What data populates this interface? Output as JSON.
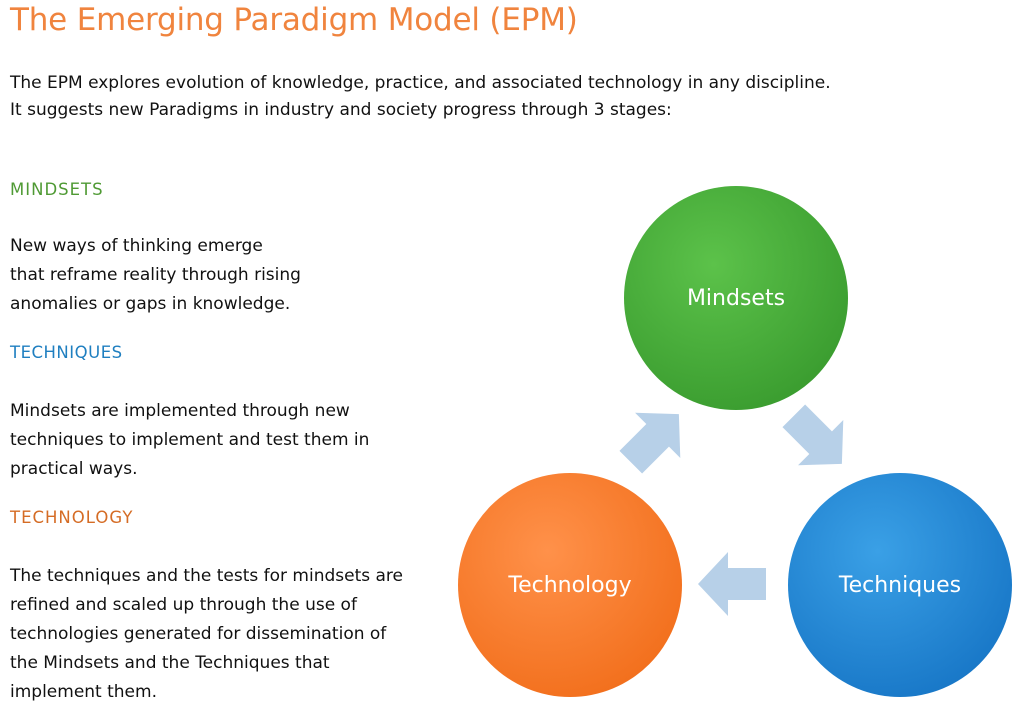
{
  "title": "The Emerging Paradigm Model (EPM)",
  "intro": {
    "line1": "The EPM explores evolution of knowledge, practice, and associated technology in any discipline.",
    "line2": "It suggests new Paradigms in industry and society progress through 3 stages:"
  },
  "sections": {
    "mindsets": {
      "heading": "MINDSETS",
      "color": "#4f9a34",
      "lines": [
        "New ways of thinking emerge",
        "that reframe reality through rising",
        "anomalies or gaps in knowledge."
      ]
    },
    "techniques": {
      "heading": "TECHNIQUES",
      "color": "#1f7fc0",
      "lines": [
        "Mindsets are implemented through new",
        "techniques to implement and test them in",
        "practical ways."
      ]
    },
    "technology": {
      "heading": "TECHNOLOGY",
      "color": "#d56c25",
      "lines": [
        "The techniques and the tests for mindsets are",
        "refined and scaled up through the use of",
        "technologies generated for dissemination of",
        "the Mindsets and the Techniques that",
        "implement them."
      ]
    }
  },
  "diagram": {
    "nodes": {
      "mindsets": {
        "label": "Mindsets",
        "color": "#3da435"
      },
      "techniques": {
        "label": "Techniques",
        "color": "#1e86d4"
      },
      "technology": {
        "label": "Technology",
        "color": "#f77a26"
      }
    },
    "arrow_color": "#b7d0e8"
  }
}
